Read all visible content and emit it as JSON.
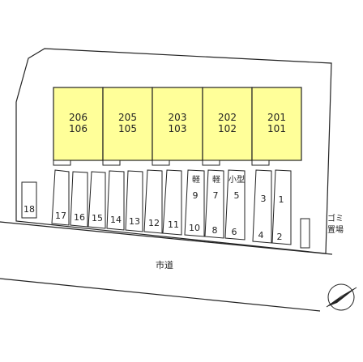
{
  "units": [
    {
      "upper": "206",
      "lower": "106"
    },
    {
      "upper": "205",
      "lower": "105"
    },
    {
      "upper": "203",
      "lower": "103"
    },
    {
      "upper": "202",
      "lower": "102"
    },
    {
      "upper": "201",
      "lower": "101"
    }
  ],
  "parking": {
    "standalone": "18",
    "main_row": [
      "17",
      "16",
      "15",
      "14",
      "13",
      "12",
      "11"
    ],
    "upper_row": [
      {
        "tag": "軽",
        "num": "9"
      },
      {
        "tag": "軽",
        "num": "7"
      },
      {
        "tag": "小型",
        "num": "5"
      },
      {
        "tag": "",
        "num": "3"
      },
      {
        "tag": "",
        "num": "1"
      }
    ],
    "lower_row": [
      "10",
      "8",
      "6",
      "4",
      "2"
    ]
  },
  "garbage": {
    "line1": "ゴミ",
    "line2": "置場"
  },
  "road": {
    "label": "市道"
  },
  "colors": {
    "building_fill": "#ffff99",
    "line": "#222222"
  },
  "compass": {
    "icon": "north-arrow-icon"
  }
}
